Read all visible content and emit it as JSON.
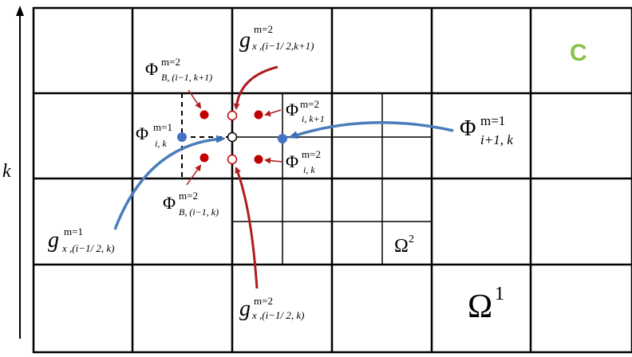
{
  "axis": {
    "label": "k"
  },
  "corner_label": {
    "text": "C",
    "color": "#8bc34a"
  },
  "regions": {
    "omega1": {
      "symbol": "Ω",
      "sup": "1"
    },
    "omega2": {
      "symbol": "Ω",
      "sup": "2"
    }
  },
  "colors": {
    "grid": "#000000",
    "red_point": "#c00000",
    "blue_point": "#4472c4",
    "red_arrow": "#b01c1c",
    "blue_arrow": "#4a7ebb"
  },
  "labels": {
    "g_top": {
      "base": "g",
      "sup": "m=2",
      "sub": "x ,(i−1/ 2,k+1)"
    },
    "phi_b_top": {
      "base": "Φ",
      "sup": "m=2",
      "sub": "B, (i−1, k+1)"
    },
    "phi_ik1": {
      "base": "Φ",
      "sup": "m=2",
      "sub": "i, k+1"
    },
    "phi_m1_ik": {
      "base": "Φ",
      "sup": "m=1",
      "sub": "i, k"
    },
    "phi_m1_i1k": {
      "base": "Φ",
      "sup": "m=1",
      "sub": "i+1, k"
    },
    "phi_ik": {
      "base": "Φ",
      "sup": "m=2",
      "sub": "i, k"
    },
    "phi_b_bot": {
      "base": "Φ",
      "sup": "m=2",
      "sub": "B, (i−1, k)"
    },
    "g_m1": {
      "base": "g",
      "sup": "m=1",
      "sub": "x ,(i−1/ 2, k)"
    },
    "g_bottom": {
      "base": "g",
      "sup": "m=2",
      "sub": "x ,(i−1/ 2, k)"
    }
  }
}
